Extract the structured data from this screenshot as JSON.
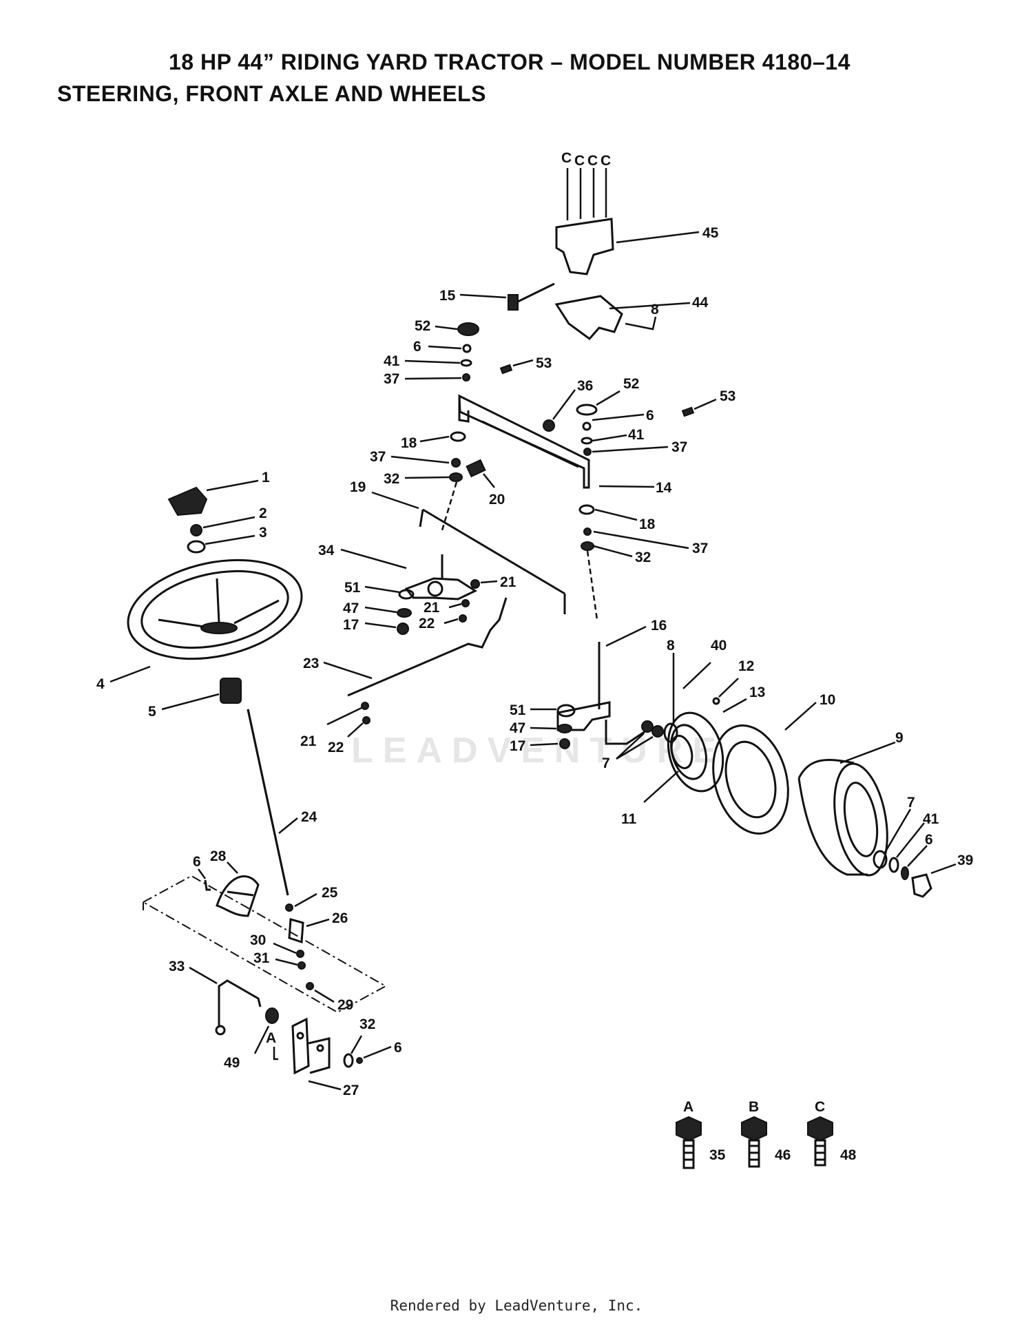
{
  "title_line1": "18 HP 44” RIDING YARD TRACTOR – MODEL NUMBER 4180–14",
  "title_line2": "STEERING, FRONT AXLE AND WHEELS",
  "watermark": "LEADVENTURE",
  "footer": "Rendered by LeadVenture, Inc.",
  "callouts": {
    "c_top": "C",
    "p45": "45",
    "p15": "15",
    "p44": "44",
    "p8a": "8",
    "p52a": "52",
    "p6a": "6",
    "p41a": "41",
    "p37a": "37",
    "p53a": "53",
    "p36": "36",
    "p52b": "52",
    "p6b": "6",
    "p41b": "41",
    "p37b": "37",
    "p53b": "53",
    "p18a": "18",
    "p37c": "37",
    "p32a": "32",
    "p20": "20",
    "p14": "14",
    "p19": "19",
    "p18b": "18",
    "p37d": "37",
    "p32b": "32",
    "p1": "1",
    "p2": "2",
    "p3": "3",
    "p34": "34",
    "p51a": "51",
    "p47a": "47",
    "p17a": "17",
    "p21a": "21",
    "p21b": "21",
    "p22a": "22",
    "p4": "4",
    "p5": "5",
    "p23": "23",
    "p21c": "21",
    "p22b": "22",
    "p16": "16",
    "p51b": "51",
    "p47b": "47",
    "p17b": "17",
    "p7a": "7",
    "p8b": "8",
    "p40": "40",
    "p12": "12",
    "p13": "13",
    "p10": "10",
    "p9": "9",
    "p11": "11",
    "p7b": "7",
    "p41c": "41",
    "p6c": "6",
    "p39": "39",
    "p24": "24",
    "p6d": "6",
    "p28": "28",
    "p25": "25",
    "p26": "26",
    "p30": "30",
    "p31": "31",
    "p29": "29",
    "p33": "33",
    "pA": "A",
    "p32c": "32",
    "p6e": "6",
    "p49": "49",
    "p27": "27",
    "legA": "A",
    "legB": "B",
    "legC": "C",
    "p35": "35",
    "p46": "46",
    "p48": "48"
  }
}
